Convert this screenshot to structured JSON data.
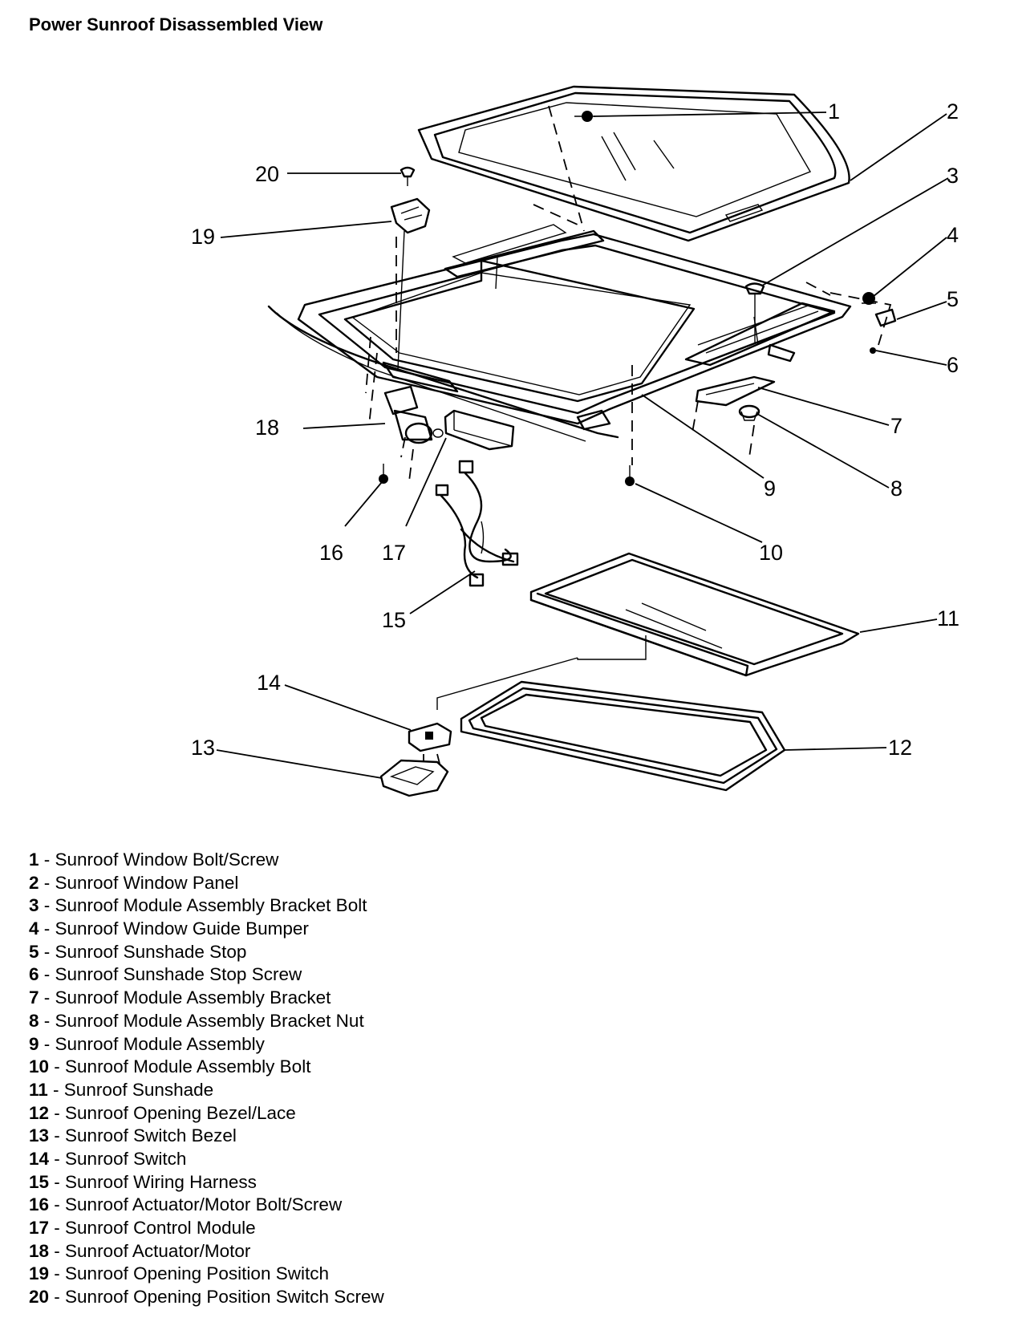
{
  "title": "Power Sunroof Disassembled View",
  "callouts": [
    "1",
    "2",
    "3",
    "4",
    "5",
    "6",
    "7",
    "8",
    "9",
    "10",
    "11",
    "12",
    "13",
    "14",
    "15",
    "16",
    "17",
    "18",
    "19",
    "20"
  ],
  "legend": [
    {
      "num": "1",
      "sep": " - ",
      "text": "Sunroof Window Bolt/Screw"
    },
    {
      "num": "2",
      "sep": " - ",
      "text": "Sunroof Window Panel"
    },
    {
      "num": "3",
      "sep": " - ",
      "text": "Sunroof Module Assembly Bracket Bolt"
    },
    {
      "num": "4",
      "sep": " - ",
      "text": "Sunroof Window Guide Bumper"
    },
    {
      "num": "5",
      "sep": " - ",
      "text": "Sunroof Sunshade Stop"
    },
    {
      "num": "6",
      "sep": " - ",
      "text": "Sunroof Sunshade Stop Screw"
    },
    {
      "num": "7",
      "sep": " - ",
      "text": "Sunroof Module Assembly Bracket"
    },
    {
      "num": "8",
      "sep": " - ",
      "text": "Sunroof Module Assembly Bracket Nut"
    },
    {
      "num": "9",
      "sep": " - ",
      "text": "Sunroof Module Assembly"
    },
    {
      "num": "10",
      "sep": " - ",
      "text": "Sunroof Module Assembly Bolt"
    },
    {
      "num": "11",
      "sep": " - ",
      "text": "Sunroof Sunshade"
    },
    {
      "num": "12",
      "sep": " - ",
      "text": "Sunroof Opening Bezel/Lace"
    },
    {
      "num": "13",
      "sep": " - ",
      "text": "Sunroof Switch Bezel"
    },
    {
      "num": "14",
      "sep": " - ",
      "text": "Sunroof Switch"
    },
    {
      "num": "15",
      "sep": " - ",
      "text": "Sunroof Wiring Harness"
    },
    {
      "num": "16",
      "sep": " - ",
      "text": "Sunroof Actuator/Motor Bolt/Screw"
    },
    {
      "num": "17",
      "sep": " - ",
      "text": "Sunroof Control Module"
    },
    {
      "num": "18",
      "sep": " - ",
      "text": "Sunroof Actuator/Motor"
    },
    {
      "num": "19",
      "sep": " - ",
      "text": "Sunroof Opening Position Switch"
    },
    {
      "num": "20",
      "sep": " - ",
      "text": "Sunroof Opening Position Switch Screw"
    }
  ]
}
